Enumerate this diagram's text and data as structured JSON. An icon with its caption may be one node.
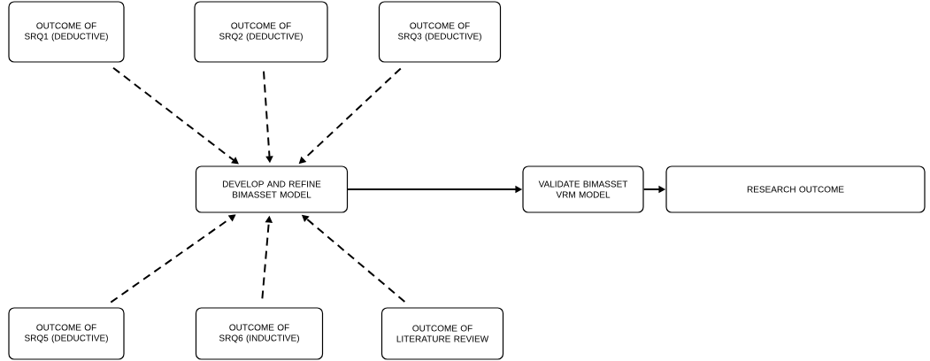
{
  "diagram": {
    "nodes": [
      {
        "text": [
          "OUTCOME OF SRQ1 (DEDUCTIVE)"
        ]
      },
      {
        "text": [
          "OUTCOME OF SRQ2 (DEDUCTIVE)"
        ]
      },
      {
        "text": [
          "OUTCOME OF SRQ3 (DEDUCTIVE)"
        ]
      },
      {
        "text": [
          "DEVELOP AND REFINE BIMASSET MODEL"
        ]
      },
      {
        "text": [
          "VALIDATE BIMASSET VRM MODEL"
        ]
      },
      {
        "text": [
          "RESEARCH OUTCOME"
        ]
      },
      {
        "text": [
          "OUTCOME OF SRQ5 (DEDUCTIVE)"
        ]
      },
      {
        "text": [
          "OUTCOME OF SRQ6 (INDUCTIVE)"
        ]
      },
      {
        "text": [
          "OUTCOME OF LITERATURE REVIEW"
        ]
      }
    ],
    "edges": [
      {
        "from": 0,
        "to": 3,
        "arrow": "to",
        "style": "dashed"
      },
      {
        "from": 1,
        "to": 3,
        "arrow": "to",
        "style": "dashed"
      },
      {
        "from": 2,
        "to": 3,
        "arrow": "to",
        "style": "dashed"
      },
      {
        "from": 6,
        "to": 3,
        "arrow": "to",
        "style": "dashed"
      },
      {
        "from": 7,
        "to": 3,
        "arrow": "to",
        "style": "dashed"
      },
      {
        "from": 8,
        "to": 3,
        "arrow": "to",
        "style": "dashed"
      },
      {
        "from": 3,
        "to": 4,
        "arrow": "to"
      },
      {
        "from": 4,
        "to": 5,
        "arrow": "to"
      }
    ]
  }
}
